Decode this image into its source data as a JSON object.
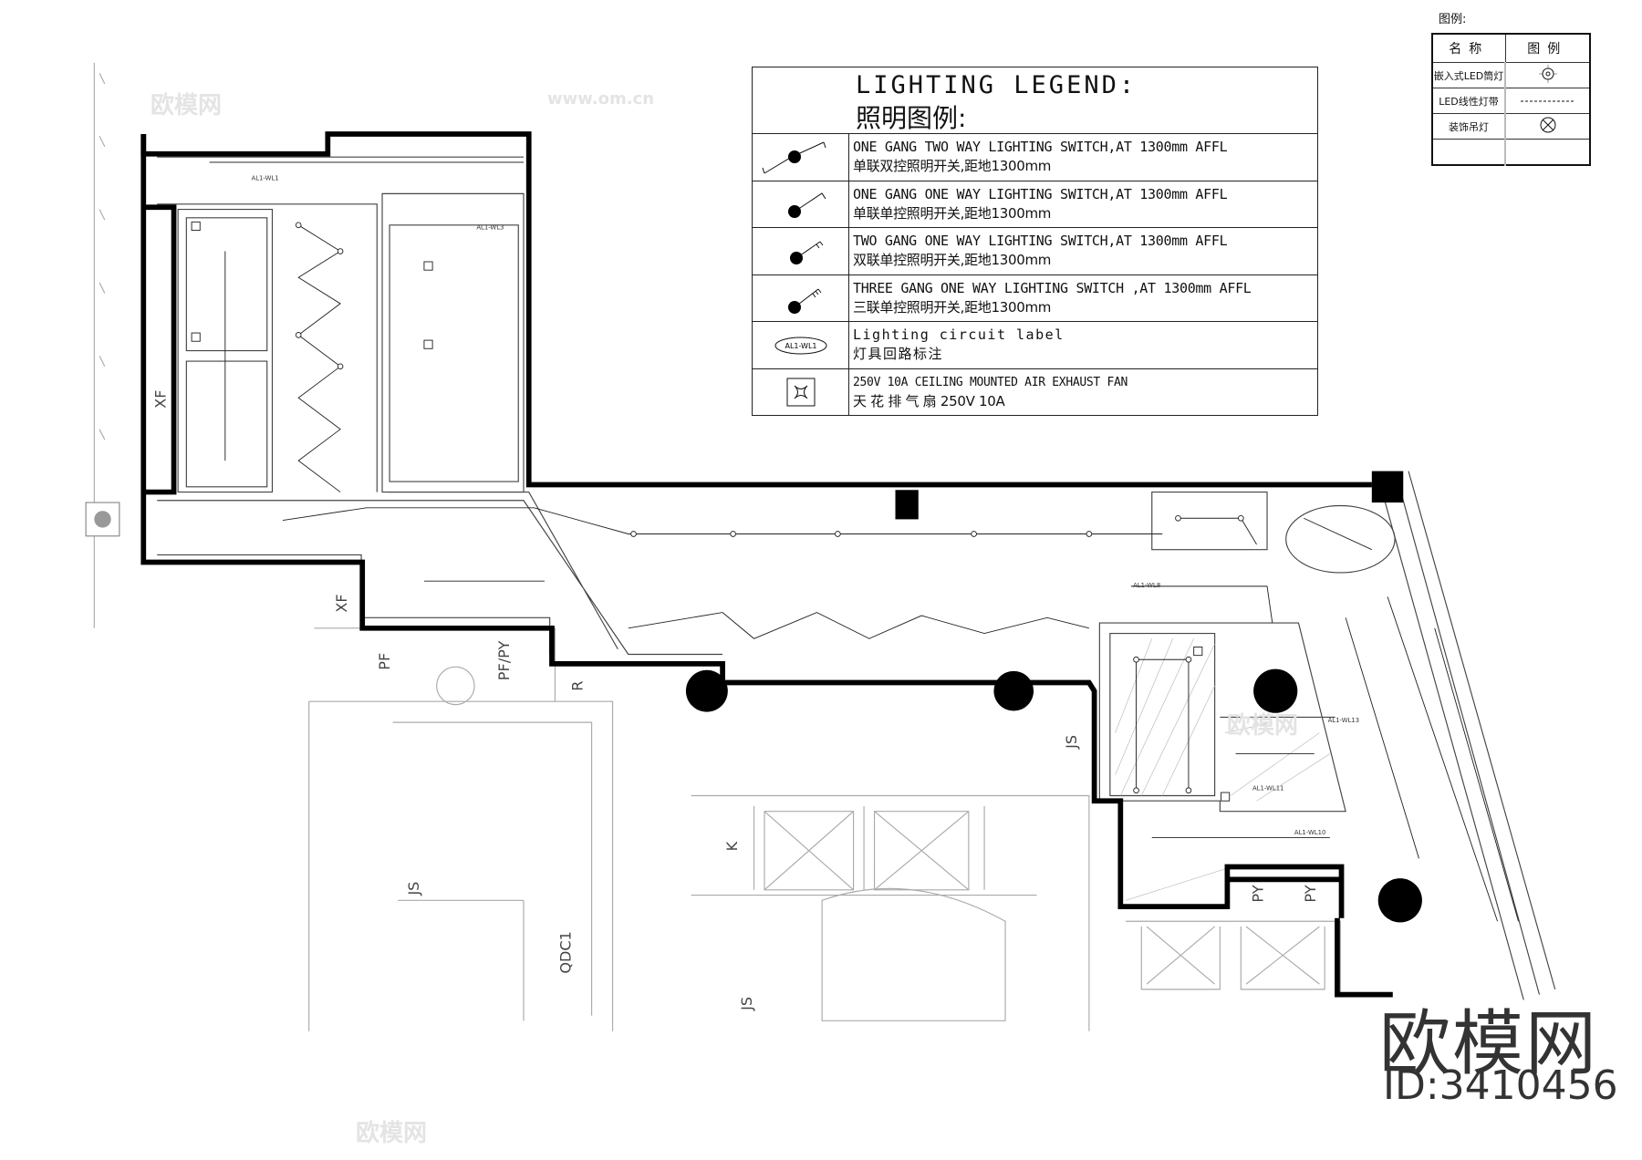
{
  "legend": {
    "title_en": "LIGHTING LEGEND:",
    "title_zh": "照明图例:",
    "rows": [
      {
        "icon": "one-gang-two-way-switch-icon",
        "en": "ONE GANG TWO WAY LIGHTING SWITCH,AT 1300mm AFFL",
        "zh": "单联双控照明开关,距地1300mm"
      },
      {
        "icon": "one-gang-one-way-switch-icon",
        "en": "ONE GANG ONE WAY LIGHTING SWITCH,AT 1300mm AFFL",
        "zh": "单联单控照明开关,距地1300mm"
      },
      {
        "icon": "two-gang-one-way-switch-icon",
        "en": " TWO GANG ONE WAY LIGHTING SWITCH,AT 1300mm AFFL",
        "zh": "双联单控照明开关,距地1300mm"
      },
      {
        "icon": "three-gang-one-way-switch-icon",
        "en": " THREE GANG ONE WAY LIGHTING SWITCH ,AT 1300mm AFFL",
        "zh": "三联单控照明开关,距地1300mm"
      },
      {
        "icon": "circuit-label-icon",
        "symbol_text": "AL1-WL1",
        "en": "Lighting circuit label",
        "zh": "灯具回路标注"
      },
      {
        "icon": "exhaust-fan-icon",
        "en": "250V 10A CEILING MOUNTED AIR EXHAUST FAN",
        "zh": "天 花 排 气 扇   250V  10A"
      }
    ]
  },
  "symbol_table": {
    "label": "图例:",
    "headers": [
      "名称",
      "图例"
    ],
    "rows": [
      {
        "name": "嵌入式LED筒灯",
        "icon": "recessed-downlight-icon"
      },
      {
        "name": "LED线性灯带",
        "icon": "linear-strip-dashed-icon"
      },
      {
        "name": "装饰吊灯",
        "icon": "pendant-lamp-icon"
      },
      {
        "name": "",
        "icon": ""
      }
    ]
  },
  "plan_labels": {
    "xf1": "XF",
    "xf2": "XF",
    "pf": "PF",
    "pfpy": "PF/PY",
    "r": "R",
    "js1": "JS",
    "js2": "JS",
    "js3": "JS",
    "k": "K",
    "qdc1": "QDC1",
    "py1": "PY",
    "py2": "PY",
    "circuits": [
      "AL1-WL1",
      "AL1-WL3",
      "AL1-WL8",
      "AL1-WL13",
      "AL1-WL11",
      "AL1-WL10"
    ]
  },
  "watermark": {
    "brand": "欧模网",
    "id": "ID:3410456",
    "url": "www.om.cn"
  },
  "colors": {
    "wall": "#000000",
    "line": "#333333",
    "faint": "#9a9a9a"
  }
}
